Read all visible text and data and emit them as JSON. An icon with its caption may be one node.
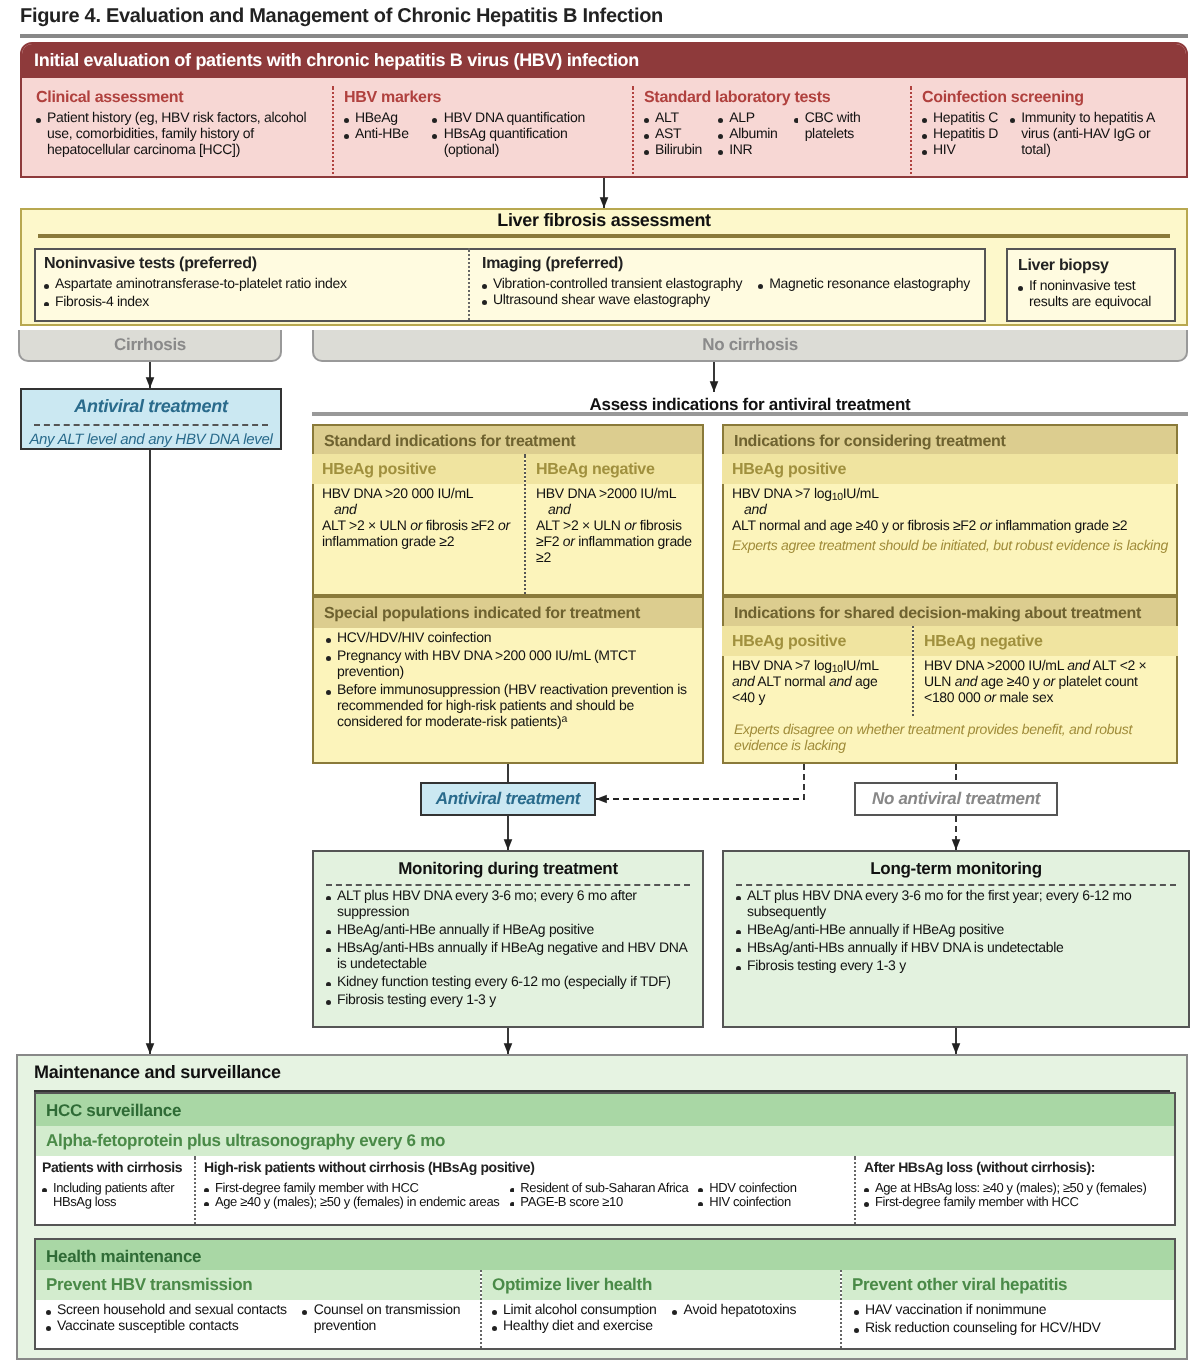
{
  "diagram": {
    "title": "Figure 4. Evaluation and Management of Chronic Hepatitis B Infection",
    "nodes": [
      {
        "text": [
          "Initial evaluation of patients with chronic hepatitis B virus (HBV) infection"
        ]
      },
      {
        "text": [
          "Clinical assessment",
          "Patient history (eg, HBV risk factors, alcohol use, comorbidities, family history of hepatocellular carcinoma [HCC])"
        ],
        "in": 0
      },
      {
        "text": [
          "HBV markers",
          "HBeAg",
          "Anti-HBe",
          "HBV DNA quantification",
          "HBsAg quantification (optional)"
        ],
        "in": 0
      },
      {
        "text": [
          "Standard laboratory tests",
          "ALT",
          "AST",
          "Bilirubin",
          "ALP",
          "Albumin",
          "INR",
          "CBC with platelets"
        ],
        "in": 0
      },
      {
        "text": [
          "Coinfection screening",
          "Hepatitis C",
          "Hepatitis D",
          "HIV",
          "Immunity to hepatitis A virus (anti-HAV IgG or total)"
        ],
        "in": 0
      },
      {
        "text": [
          "Liver fibrosis assessment"
        ]
      },
      {
        "text": [],
        "shape": "box",
        "in": 5
      },
      {
        "text": [
          "Noninvasive tests (preferred)",
          "Aspartate aminotransferase-to-platelet ratio index",
          "Fibrosis-4 index"
        ],
        "in": 6
      },
      {
        "text": [
          "Imaging (preferred)",
          "Vibration-controlled transient elastography",
          "Ultrasound shear wave elastography",
          "Magnetic resonance elastography"
        ],
        "in": 6
      },
      {
        "text": [
          "Liver biopsy",
          "If noninvasive test results are equivocal"
        ],
        "in": 5
      },
      {
        "text": [
          "Cirrhosis"
        ]
      },
      {
        "text": [
          "No cirrhosis"
        ]
      },
      {
        "text": [
          "Antiviral treatment",
          "Any ALT level and any HBV DNA level"
        ]
      },
      {
        "text": [
          "Assess indications for antiviral treatment"
        ]
      },
      {
        "text": [
          "Standard indications for treatment"
        ]
      },
      {
        "text": [
          "HBeAg positive",
          "HBV DNA >20 000 IU/mL",
          "and",
          "ALT >2 × ULN *or* fibrosis ≥F2 *or* inflammation grade ≥2"
        ],
        "in": 14
      },
      {
        "text": [
          "HBeAg negative",
          "HBV DNA >2000 IU/mL",
          "and",
          "ALT >2 × ULN *or* fibrosis ≥F2 *or* inflammation grade ≥2"
        ],
        "in": 14
      },
      {
        "text": [
          "Indications for considering treatment"
        ]
      },
      {
        "text": [
          "HBeAg positive",
          "HBV DNA >7 log$_{10}$IU/mL",
          "and",
          "ALT normal and age ≥40 y or fibrosis ≥F2 *or* inflammation grade ≥2",
          "Experts agree treatment should be initiated, but robust evidence is lacking"
        ],
        "in": 17
      },
      {
        "text": [
          "Special populations indicated for treatment",
          "HCV/HDV/HIV coinfection",
          "Pregnancy with HBV DNA >200 000 IU/mL (MTCT prevention)",
          "Before immunosuppression (HBV reactivation prevention is recommended for high-risk patients and should be considered for moderate-risk patients)$^{a}$"
        ]
      },
      {
        "text": [
          "Indications for shared decision-making about treatment",
          "Experts disagree on whether treatment provides benefit, and robust evidence is lacking"
        ]
      },
      {
        "text": [
          "HBeAg positive",
          "HBV DNA >7 log$_{10}$IU/mL *and* ALT normal *and* age <40 y"
        ],
        "in": 20
      },
      {
        "text": [
          "HBeAg negative",
          "HBV DNA >2000 IU/mL *and* ALT <2 × ULN *and* age ≥40 y *or* platelet count <180 000 *or* male sex"
        ],
        "in": 20
      },
      {
        "text": [
          "Antiviral treatment"
        ]
      },
      {
        "text": [
          "No antiviral treatment"
        ]
      },
      {
        "text": [
          "Monitoring during treatment",
          "ALT plus HBV DNA every 3-6 mo; every 6 mo after suppression",
          "HBeAg/anti-HBe annually if HBeAg positive",
          "HBsAg/anti-HBs annually if HBeAg negative and HBV DNA is undetectable",
          "Kidney function testing every 6-12 mo (especially if TDF)",
          "Fibrosis testing every 1-3 y"
        ]
      },
      {
        "text": [
          "Long-term monitoring",
          "ALT plus HBV DNA every 3-6 mo for the first year; every 6-12 mo subsequently",
          "HBeAg/anti-HBe annually if HBeAg positive",
          "HBsAg/anti-HBs annually if HBV DNA is undetectable",
          "Fibrosis testing every 1-3 y"
        ]
      },
      {
        "text": [
          "Maintenance and surveillance"
        ]
      },
      {
        "text": [
          "HCC surveillance",
          "Alpha-fetoprotein plus ultrasonography every 6 mo"
        ],
        "in": 27
      },
      {
        "text": [
          "Patients with cirrhosis",
          "Including patients after HBsAg loss"
        ],
        "in": 28
      },
      {
        "text": [
          "High-risk patients without cirrhosis (HBsAg positive)",
          "First-degree family member with HCC",
          "Age ≥40 y (males); ≥50 y (females) in endemic areas",
          "Resident of sub-Saharan Africa",
          "PAGE-B score ≥10",
          "HDV coinfection",
          "HIV coinfection"
        ],
        "in": 28
      },
      {
        "text": [
          "After HBsAg loss (without cirrhosis):",
          "Age at HBsAg loss: ≥40 y (males); ≥50 y (females)",
          "First-degree family member with HCC"
        ],
        "in": 28
      },
      {
        "text": [
          "Health maintenance"
        ],
        "in": 27
      },
      {
        "text": [
          "Prevent HBV transmission",
          "Screen household and sexual contacts",
          "Vaccinate susceptible contacts",
          "Counsel on transmission prevention"
        ],
        "in": 32
      },
      {
        "text": [
          "Optimize liver health",
          "Limit alcohol consumption",
          "Healthy diet and exercise",
          "Avoid hepatotoxins"
        ],
        "in": 32
      },
      {
        "text": [
          "Prevent other viral hepatitis",
          "HAV vaccination if nonimmune",
          "Risk reduction counseling for HCV/HDV"
        ],
        "in": 32
      }
    ],
    "edges": [
      {
        "from": 0,
        "to": 5,
        "arrow": "to"
      },
      {
        "from": 10,
        "to": 12,
        "arrow": "to"
      },
      {
        "from": 11,
        "to": 13,
        "arrow": "to"
      },
      {
        "from": 19,
        "to": 23,
        "arrow": "none"
      },
      {
        "from": 20,
        "to": 23,
        "arrow": "to",
        "style": "dashed"
      },
      {
        "from": 20,
        "to": 24,
        "arrow": "none",
        "style": "dashed"
      },
      {
        "from": 23,
        "to": 25,
        "arrow": "to"
      },
      {
        "from": 24,
        "to": 26,
        "arrow": "to",
        "style": "dashed"
      },
      {
        "from": 12,
        "to": 27,
        "arrow": "to"
      },
      {
        "from": 25,
        "to": 27,
        "arrow": "to"
      },
      {
        "from": 26,
        "to": 27,
        "arrow": "to"
      }
    ]
  }
}
